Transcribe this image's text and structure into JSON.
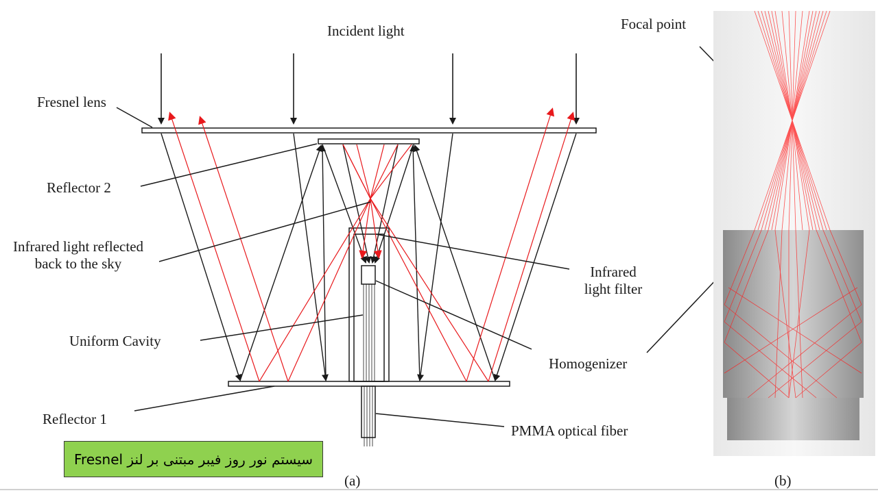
{
  "labels": {
    "incident_light": "Incident light",
    "fresnel_lens": "Fresnel lens",
    "reflector_2": "Reflector 2",
    "infrared_reflected_line1": "Infrared light reflected",
    "infrared_reflected_line2": "back to the sky",
    "uniform_cavity": "Uniform Cavity",
    "reflector_1": "Reflector 1",
    "infrared_filter_line1": "Infrared",
    "infrared_filter_line2": "light filter",
    "homogenizer": "Homogenizer",
    "pmma_fiber": "PMMA optical fiber",
    "focal_point": "Focal point",
    "panel_a": "(a)",
    "panel_b": "(b)"
  },
  "caption": "سیستم نور روز فیبر مبتنی بر لنز Fresnel",
  "colors": {
    "ray_red": "#e8191c",
    "ray_black": "#1a1a1a",
    "caption_bg": "#8fd14f"
  }
}
